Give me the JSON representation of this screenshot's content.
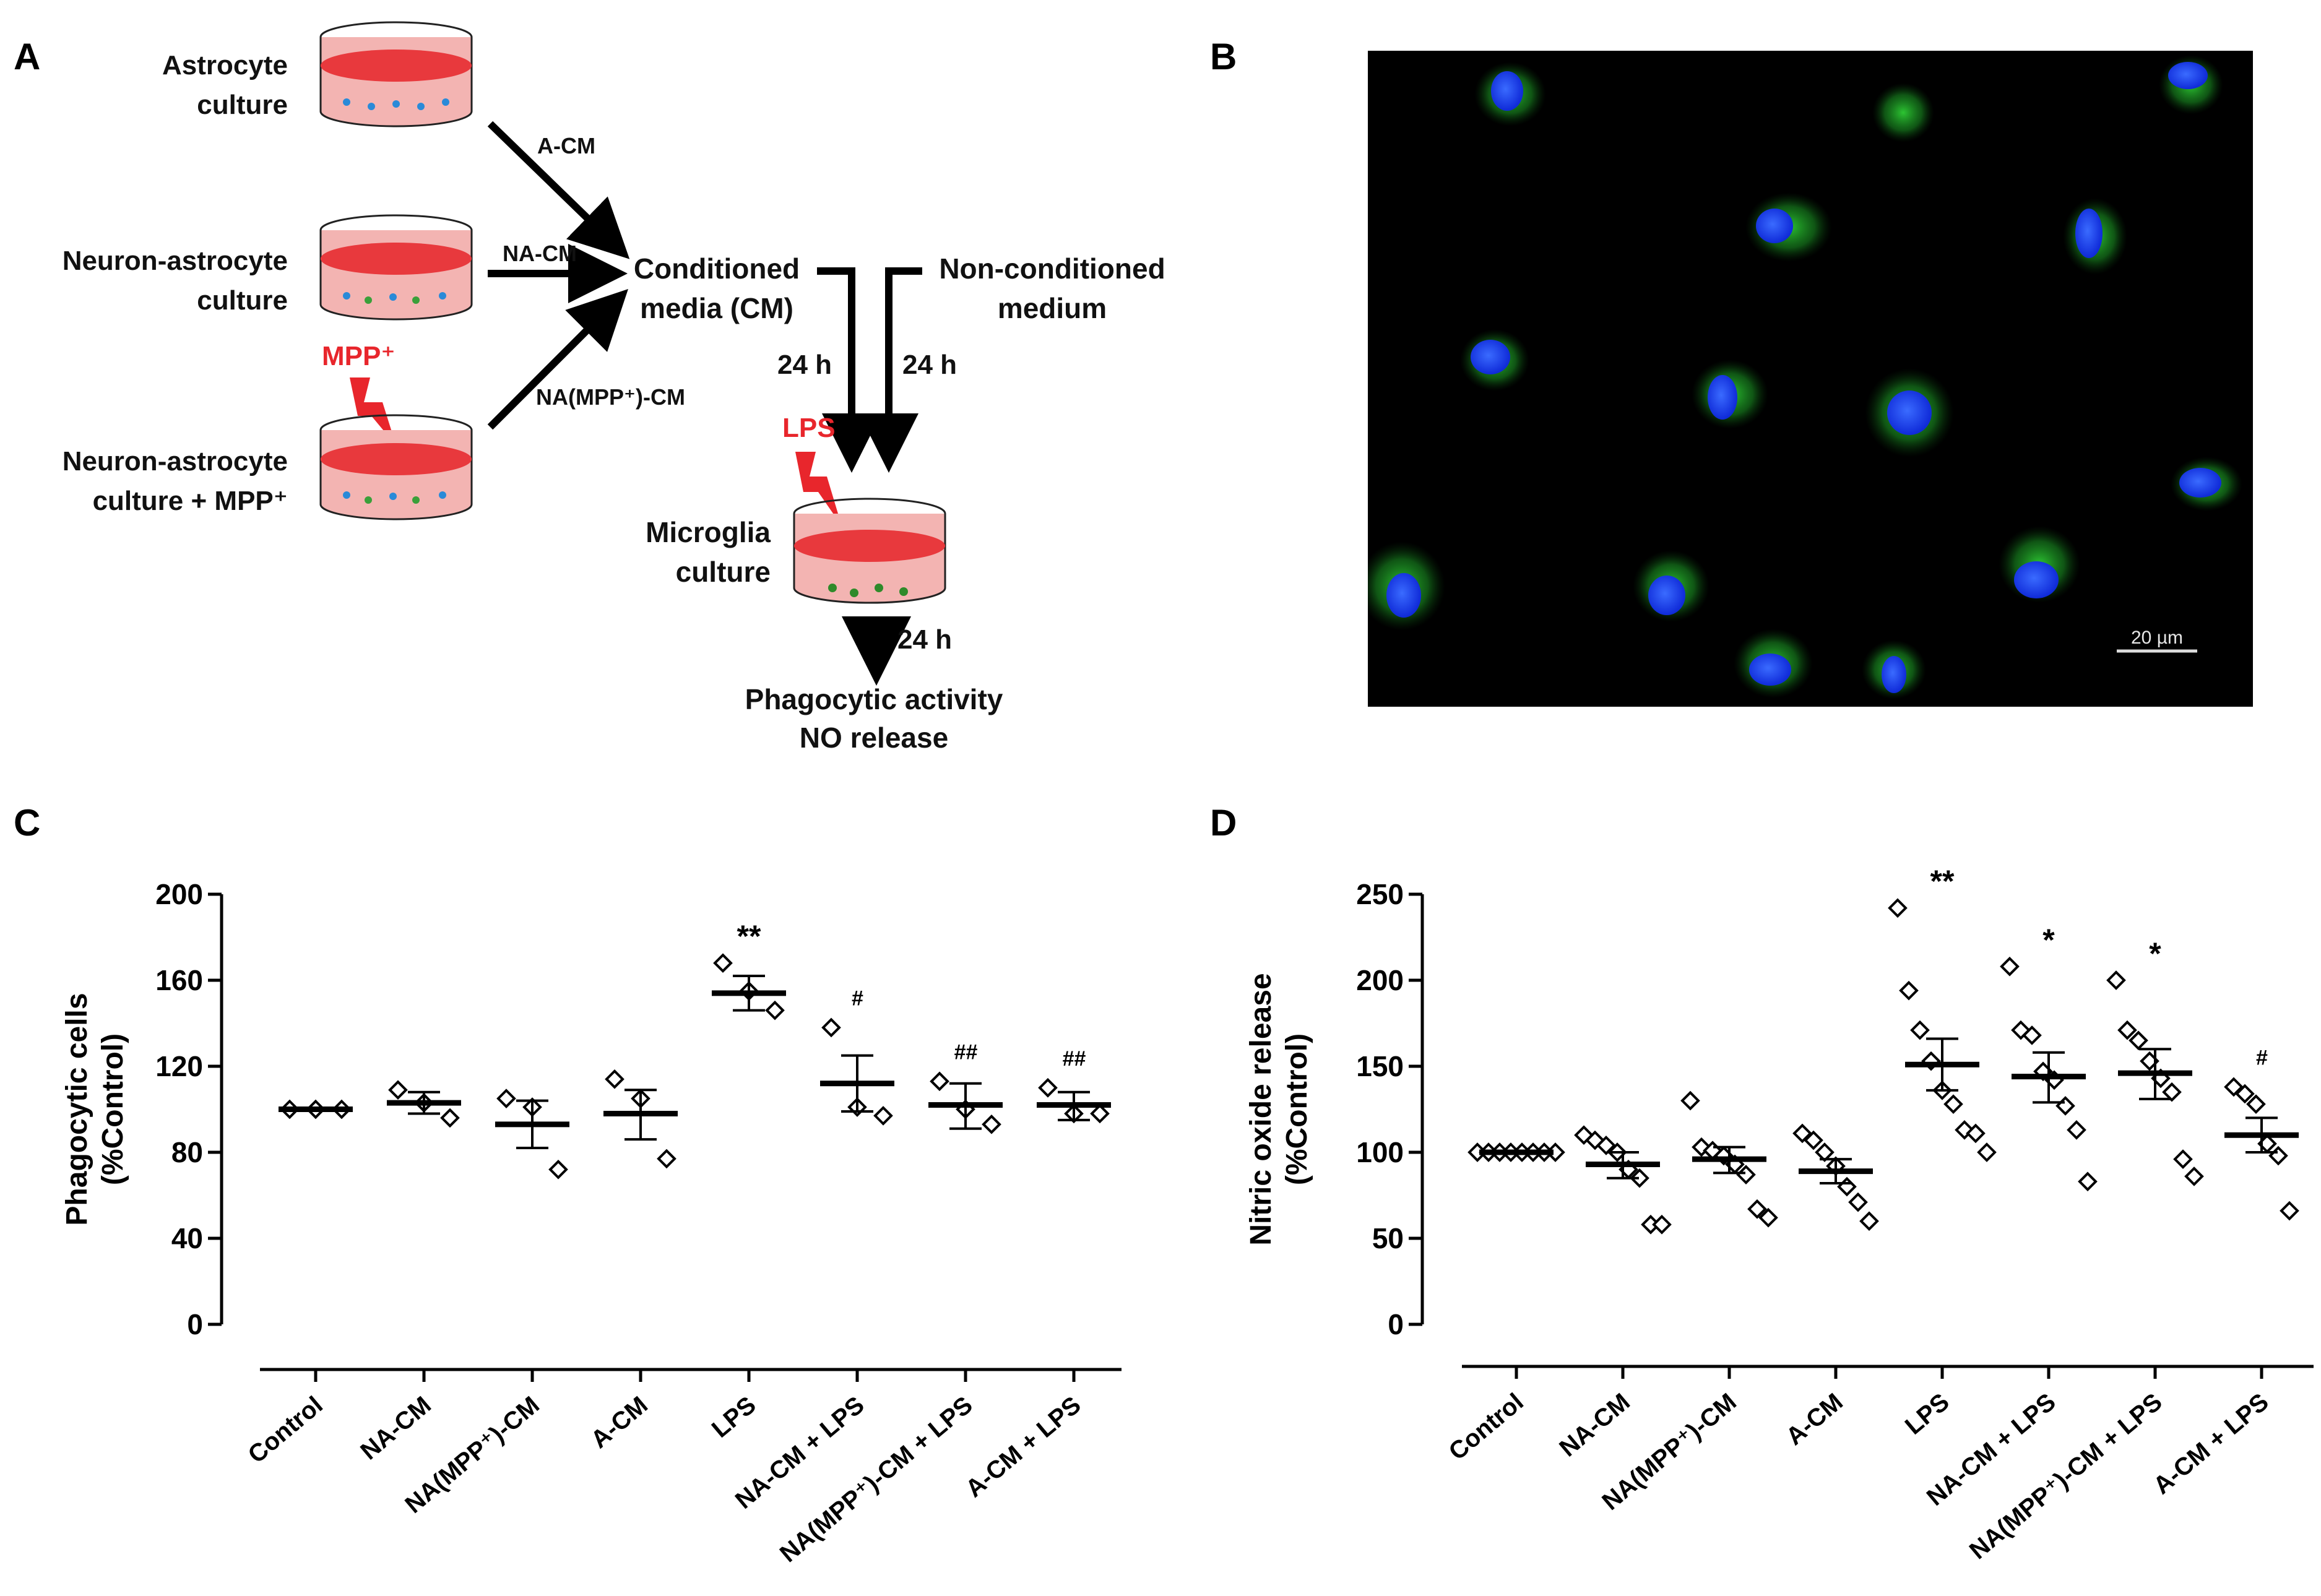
{
  "panels": {
    "a": {
      "letter": "A",
      "astrocyte_culture": [
        "Astrocyte",
        "culture"
      ],
      "neuron_astrocyte_culture": [
        "Neuron-astrocyte",
        "culture"
      ],
      "neuron_astrocyte_mpp": [
        "Neuron-astrocyte",
        "culture + MPP⁺"
      ],
      "mpp_label": "MPP⁺",
      "arrow_acm": "A-CM",
      "arrow_nacm": "NA-CM",
      "arrow_namppcm": "NA(MPP⁺)-CM",
      "conditioned_media": [
        "Conditioned",
        "media (CM)"
      ],
      "non_conditioned": [
        "Non-conditioned",
        "medium"
      ],
      "time_left": "24 h",
      "time_right": "24 h",
      "lps_label": "LPS",
      "microglia_culture": [
        "Microglia",
        "culture"
      ],
      "time_bottom": "24 h",
      "readout": [
        "Phagocytic activity",
        "NO release"
      ],
      "colors": {
        "red": "#e8393d",
        "lps_red": "#e8262c",
        "arrow": "#000000"
      }
    },
    "b": {
      "letter": "B",
      "scale_bar": "20 µm",
      "colors": {
        "nuclei": "#1a3dff",
        "cytoplasm": "#1fae2a",
        "background": "#000000"
      }
    },
    "c": {
      "letter": "C"
    },
    "d": {
      "letter": "D"
    }
  },
  "chart_data": [
    {
      "type": "scatter",
      "panel": "C",
      "ylabel": [
        "Phagocytic cells",
        "(%Control)"
      ],
      "ylim": [
        0,
        200
      ],
      "yticks": [
        "0",
        "40",
        "80",
        "120",
        "160",
        "200"
      ],
      "categories": [
        "Control",
        "NA-CM",
        "NA(MPP⁺)-CM",
        "A-CM",
        "LPS",
        "NA-CM + LPS",
        "NA(MPP⁺)-CM + LPS",
        "A-CM + LPS"
      ],
      "mean": [
        100,
        103,
        93,
        98,
        154,
        112,
        102,
        102
      ],
      "sem_low": [
        100,
        98,
        82,
        86,
        146,
        99,
        91,
        95
      ],
      "sem_high": [
        100,
        108,
        104,
        109,
        162,
        125,
        112,
        108
      ],
      "points": [
        [
          100,
          100,
          100
        ],
        [
          109,
          103,
          96
        ],
        [
          105,
          101,
          72
        ],
        [
          114,
          105,
          77
        ],
        [
          168,
          155,
          146
        ],
        [
          138,
          101,
          97
        ],
        [
          113,
          100,
          93
        ],
        [
          110,
          98,
          98
        ]
      ],
      "significance": [
        "",
        "",
        "",
        "",
        "**",
        "#",
        "##",
        "##"
      ],
      "color": "#000000"
    },
    {
      "type": "scatter",
      "panel": "D",
      "ylabel": [
        "Nitric oxide release",
        "(%Control)"
      ],
      "ylim": [
        0,
        250
      ],
      "yticks": [
        "0",
        "50",
        "100",
        "150",
        "200",
        "250"
      ],
      "categories": [
        "Control",
        "NA-CM",
        "NA(MPP⁺)-CM",
        "A-CM",
        "LPS",
        "NA-CM + LPS",
        "NA(MPP⁺)-CM + LPS",
        "A-CM + LPS"
      ],
      "mean": [
        100,
        93,
        96,
        89,
        151,
        144,
        146,
        110
      ],
      "sem_low": [
        100,
        85,
        88,
        82,
        136,
        129,
        131,
        100
      ],
      "sem_high": [
        100,
        100,
        103,
        96,
        166,
        158,
        160,
        120
      ],
      "points": [
        [
          100,
          100,
          100,
          100,
          100,
          100,
          100,
          100
        ],
        [
          110,
          107,
          104,
          100,
          90,
          85,
          58,
          58
        ],
        [
          130,
          103,
          101,
          98,
          93,
          87,
          67,
          62
        ],
        [
          111,
          107,
          100,
          92,
          80,
          71,
          60
        ],
        [
          242,
          194,
          171,
          153,
          136,
          128,
          113,
          111,
          100
        ],
        [
          208,
          171,
          168,
          147,
          142,
          127,
          113,
          83
        ],
        [
          200,
          171,
          165,
          153,
          143,
          135,
          96,
          86
        ],
        [
          138,
          134,
          128,
          105,
          98,
          66
        ]
      ],
      "significance": [
        "",
        "",
        "",
        "",
        "**",
        "*",
        "*",
        "#"
      ],
      "color": "#000000"
    }
  ]
}
